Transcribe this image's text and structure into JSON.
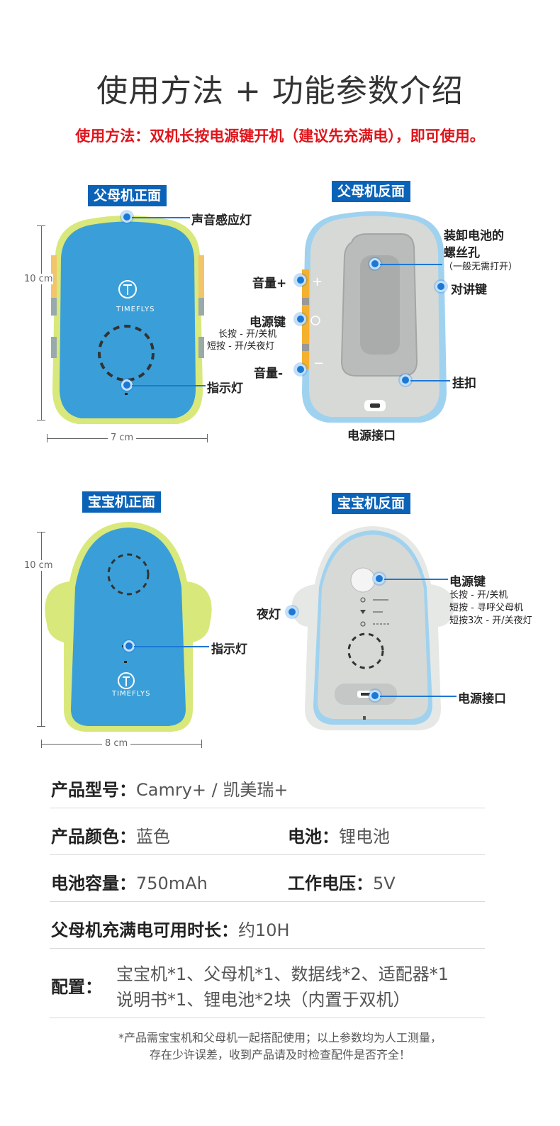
{
  "header": {
    "title": "使用方法 + 功能参数介绍",
    "usage": "使用方法：双机长按电源键开机（建议先充满电），即可使用。"
  },
  "parent_front": {
    "badge": "父母机正面",
    "sound_light": "声音感应灯",
    "indicator": "指示灯",
    "height": "10 cm",
    "width": "7 cm",
    "logo": "TIMEFLYS"
  },
  "parent_back": {
    "badge": "父母机反面",
    "screw_label": "装卸电池的",
    "screw_label2": "螺丝孔",
    "screw_note": "（一般无需打开）",
    "talk_key": "对讲键",
    "vol_up": "音量+",
    "power_key": "电源键",
    "power_long": "长按 - 开/关机",
    "power_short": "短按 - 开/关夜灯",
    "vol_down": "音量-",
    "hook": "挂扣",
    "port": "电源接口",
    "plus_glyph": "+",
    "minus_glyph": "−"
  },
  "baby_front": {
    "badge": "宝宝机正面",
    "indicator": "指示灯",
    "height": "10 cm",
    "width": "8 cm",
    "logo": "TIMEFLYS"
  },
  "baby_back": {
    "badge": "宝宝机反面",
    "power_key": "电源键",
    "power_long": "长按 - 开/关机",
    "power_short": "短按 - 寻呼父母机",
    "power_3x": "短按3次 - 开/关夜灯",
    "night_light": "夜灯",
    "port": "电源接口"
  },
  "specs": {
    "model_k": "产品型号：",
    "model_v": "Camry+ / 凯美瑞+",
    "color_k": "产品颜色：",
    "color_v": "蓝色",
    "battery_k": "电池：",
    "battery_v": "锂电池",
    "capacity_k": "电池容量：",
    "capacity_v": "750mAh",
    "voltage_k": "工作电压：",
    "voltage_v": "5V",
    "duration_k": "父母机充满电可用时长：",
    "duration_v": "约10H",
    "config_k": "配置：",
    "config_v1": "宝宝机*1、父母机*1、数据线*2、适配器*1",
    "config_v2": "说明书*1、锂电池*2块（内置于双机）"
  },
  "footer": {
    "line1": "*产品需宝宝机和父母机一起搭配使用；以上参数均为人工测量，",
    "line2": "存在少许误差，收到产品请及时检查配件是否齐全！"
  },
  "colors": {
    "accent": "#0b63b8",
    "usage_red": "#e0141b",
    "device_blue": "#3a9fd8",
    "device_rim": "#d9e87a",
    "device_grey": "#d7d9d7",
    "marker": "#1c78d4"
  }
}
